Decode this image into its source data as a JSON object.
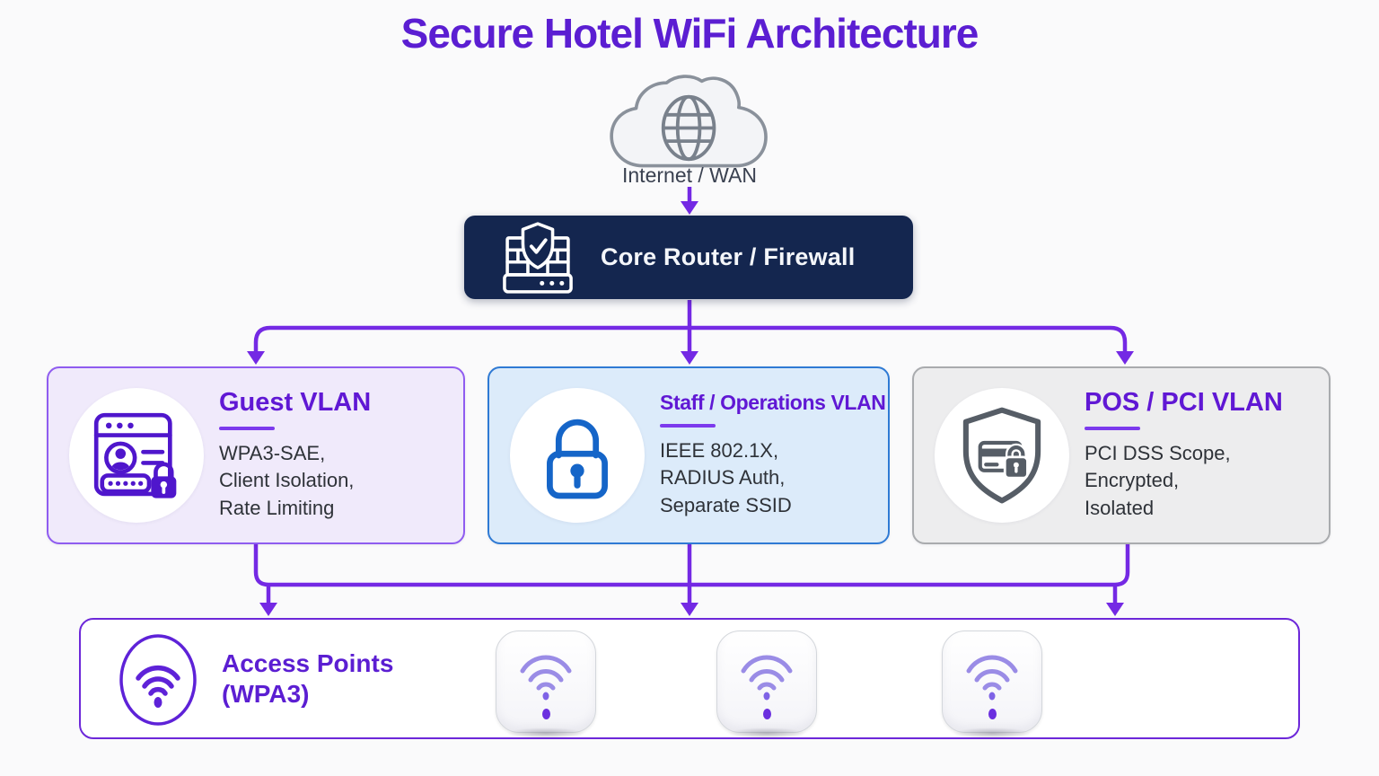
{
  "title": "Secure Hotel WiFi Architecture",
  "internet": {
    "label": "Internet / WAN",
    "icon": "cloud-globe-icon"
  },
  "router": {
    "label": "Core Router / Firewall",
    "icon": "firewall-shield-icon",
    "background": "#14264F"
  },
  "vlans": [
    {
      "title": "Guest VLAN",
      "details": "WPA3-SAE,\nClient Isolation,\nRate Limiting",
      "icon": "captive-portal-lock-icon",
      "icon_color": "#4F16CC",
      "background": "#F0EAFB",
      "border": "#8F5CF0"
    },
    {
      "title": "Staff / Operations VLAN",
      "details": "IEEE 802.1X,\nRADIUS Auth,\nSeparate SSID",
      "icon": "padlock-icon",
      "icon_color": "#1565C8",
      "background": "#DCEBFA",
      "border": "#2F7AD4"
    },
    {
      "title": "POS / PCI VLAN",
      "details": "PCI DSS Scope,\nEncrypted,\nIsolated",
      "icon": "shield-credit-card-icon",
      "icon_color": "#565D66",
      "background": "#EDEDEE",
      "border": "#A9ABAE"
    }
  ],
  "access_points": {
    "label": "Access Points\n(WPA3)",
    "icon": "wifi-icon",
    "device_count": 3
  },
  "colors": {
    "title": "#5B1ED2",
    "connector": "#7429E4",
    "heading": "#6018D4",
    "underline": "#7C3AED",
    "body": "#2E3238",
    "caption": "#3A4150",
    "router-bg": "#14264F",
    "page-bg": "#FAFAFB",
    "ap-border": "#6D28D9",
    "ap-wifi": "#9A8CE6",
    "ap-led": "#6B2FDF"
  }
}
